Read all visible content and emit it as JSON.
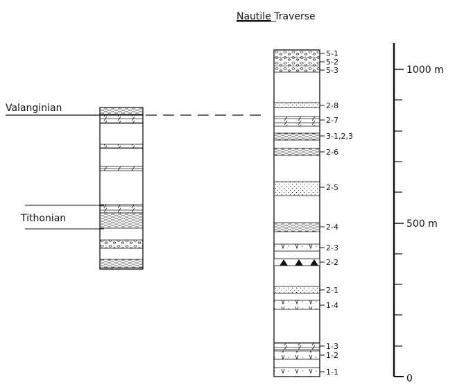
{
  "title": "Nautile Traverse",
  "title_underlined_word": "Nautile",
  "title_rest": " Traverse",
  "stage_labels": {
    "valanginian": "Valanginian",
    "tithonian": "Tithonian"
  },
  "sample_labels": [
    "5-1",
    "5-2",
    "5-3",
    "2-8",
    "2-7",
    "3-1,2,3",
    "2-6",
    "2-5",
    "2-4",
    "2-3",
    "2-2",
    "2-1",
    "1-4",
    "1-3",
    "1-2",
    "1-1"
  ],
  "scale": {
    "top_label": "1000 m",
    "mid_label": "500 m",
    "bottom_label": "0"
  },
  "colors": {
    "ink": "#111111",
    "paper": "#ffffff"
  }
}
